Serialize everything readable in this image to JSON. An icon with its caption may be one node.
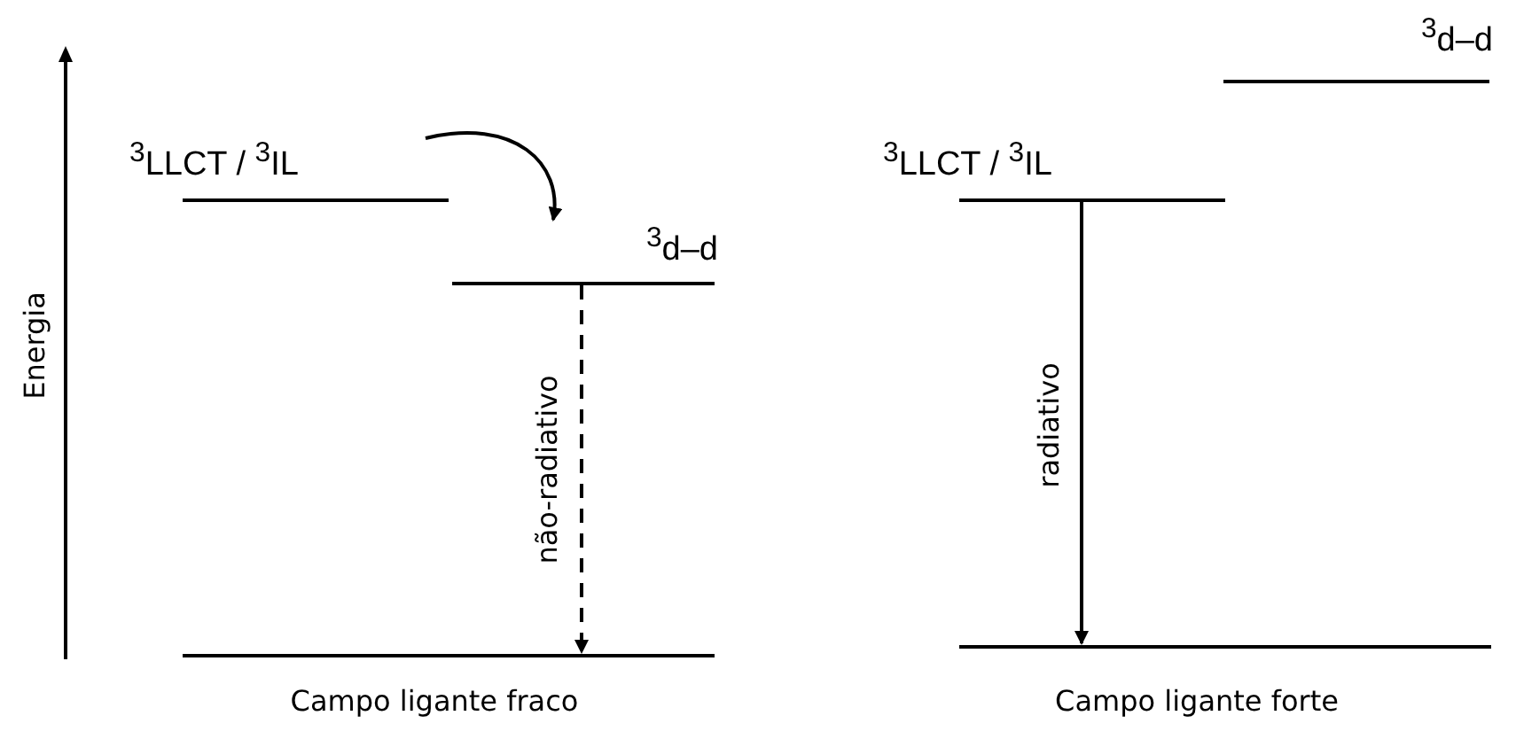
{
  "diagram": {
    "nodes": [
      {
        "text": [
          "$^{3}$LLCT / $^{3}$IL"
        ]
      },
      {
        "text": [
          "$^{3}$d–d"
        ]
      },
      {
        "text": [],
        "shape": "bar"
      },
      {
        "text": [
          "$^{3}$d–d"
        ]
      },
      {
        "text": [
          "$^{3}$LLCT / $^{3}$IL"
        ]
      },
      {
        "text": [],
        "shape": "bar"
      }
    ],
    "edges": [
      {
        "from": 0,
        "to": 1,
        "arrow": "to"
      },
      {
        "from": 1,
        "to": 2,
        "arrow": "to",
        "label": "não-radiativo",
        "style": "dashed"
      },
      {
        "from": 4,
        "to": 5,
        "arrow": "to",
        "label": "radiativo"
      }
    ],
    "labels": [
      "Energia",
      "Campo ligante fraco",
      "Campo ligante forte"
    ]
  }
}
